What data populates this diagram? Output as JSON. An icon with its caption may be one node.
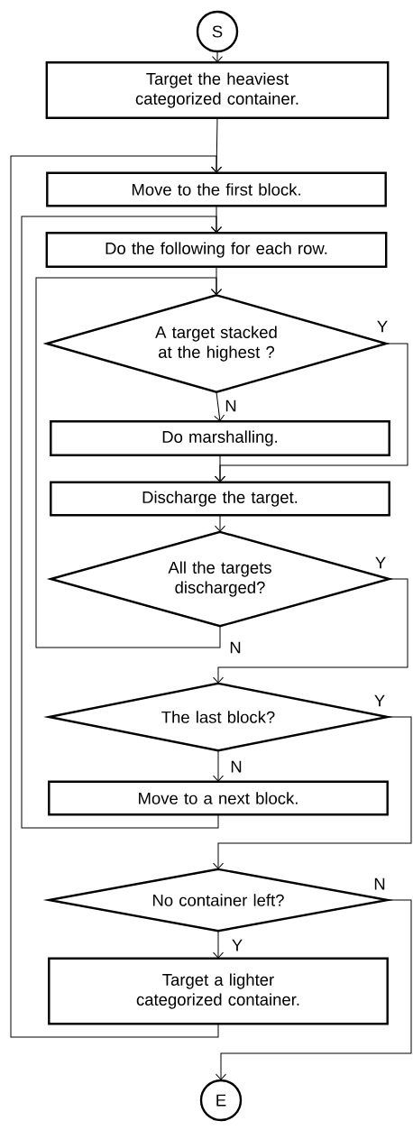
{
  "diagram": {
    "nodes": [
      {
        "text": [
          "S"
        ]
      },
      {
        "text": [
          "Target the heaviest categorized container."
        ]
      },
      {
        "text": [
          "Move to the first block."
        ]
      },
      {
        "text": [
          "Do the following for each row."
        ]
      },
      {
        "text": [
          "A target stacked at the highest ?"
        ]
      },
      {
        "text": [
          "Do marshalling."
        ]
      },
      {
        "text": [
          "Discharge the target."
        ]
      },
      {
        "text": [
          "All the targets discharged?"
        ]
      },
      {
        "text": [
          "The last block?"
        ]
      },
      {
        "text": [
          "Move to a next block."
        ]
      },
      {
        "text": [
          "No container left?"
        ]
      },
      {
        "text": [
          "Target a lighter categorized container."
        ]
      },
      {
        "text": [
          "E"
        ]
      }
    ],
    "edges": [
      {
        "from": 0,
        "to": 1,
        "arrow": "to"
      },
      {
        "from": 1,
        "to": 2,
        "arrow": "to"
      },
      {
        "from": 2,
        "to": 3,
        "arrow": "to"
      },
      {
        "from": 3,
        "to": 4,
        "arrow": "to"
      },
      {
        "from": 4,
        "to": 5,
        "arrow": "to",
        "label": "N"
      },
      {
        "from": 4,
        "to": 6,
        "arrow": "to",
        "label": "Y"
      },
      {
        "from": 5,
        "to": 6,
        "arrow": "to"
      },
      {
        "from": 6,
        "to": 7,
        "arrow": "to"
      },
      {
        "from": 7,
        "to": 4,
        "arrow": "to",
        "label": "N"
      },
      {
        "from": 7,
        "to": 8,
        "arrow": "to",
        "label": "Y"
      },
      {
        "from": 8,
        "to": 9,
        "arrow": "to",
        "label": "N"
      },
      {
        "from": 8,
        "to": 10,
        "arrow": "to",
        "label": "Y"
      },
      {
        "from": 9,
        "to": 3,
        "arrow": "to"
      },
      {
        "from": 10,
        "to": 11,
        "arrow": "to",
        "label": "Y"
      },
      {
        "from": 10,
        "to": 12,
        "arrow": "to",
        "label": "N"
      },
      {
        "from": 11,
        "to": 2,
        "arrow": "to"
      }
    ]
  }
}
